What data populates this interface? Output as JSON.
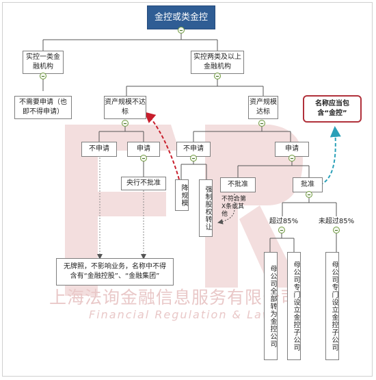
{
  "diagram": {
    "root": "金控或类金控",
    "branches": {
      "single": "实控一类金融机构",
      "double": "实控两类及以上金融机构"
    },
    "no_need": "不需要申请（也即不得申请）",
    "below_threshold": "资产规模不达标",
    "meets_threshold": "资产规模达标",
    "callout": "名称应当包含“金控”",
    "no_apply_left": "不申请",
    "apply_left": "申请",
    "pboc_reject": "央行不批准",
    "no_apply_right": "不申请",
    "apply_right": "申请",
    "downsize": "降规模",
    "forced_transfer": "强制股权转让",
    "not_approved": "不批准",
    "approved": "批准",
    "case_note": "不符合第X条或其他",
    "over_85": "超过85%",
    "not_over_85": "未超过85%",
    "result_left": "无牌照，不影响业务，名称中不得含有“金融控股”、“金融集团”",
    "parent_full": "母公司全部转为金控公司",
    "parent_special": "母公司专门设立金控子公司",
    "parent_special_2": "母公司专门设立金控子公司"
  },
  "watermark": {
    "org_cn": "上海法询金融信息服务有限公司",
    "org_en": "Financial Regulation & Law"
  }
}
